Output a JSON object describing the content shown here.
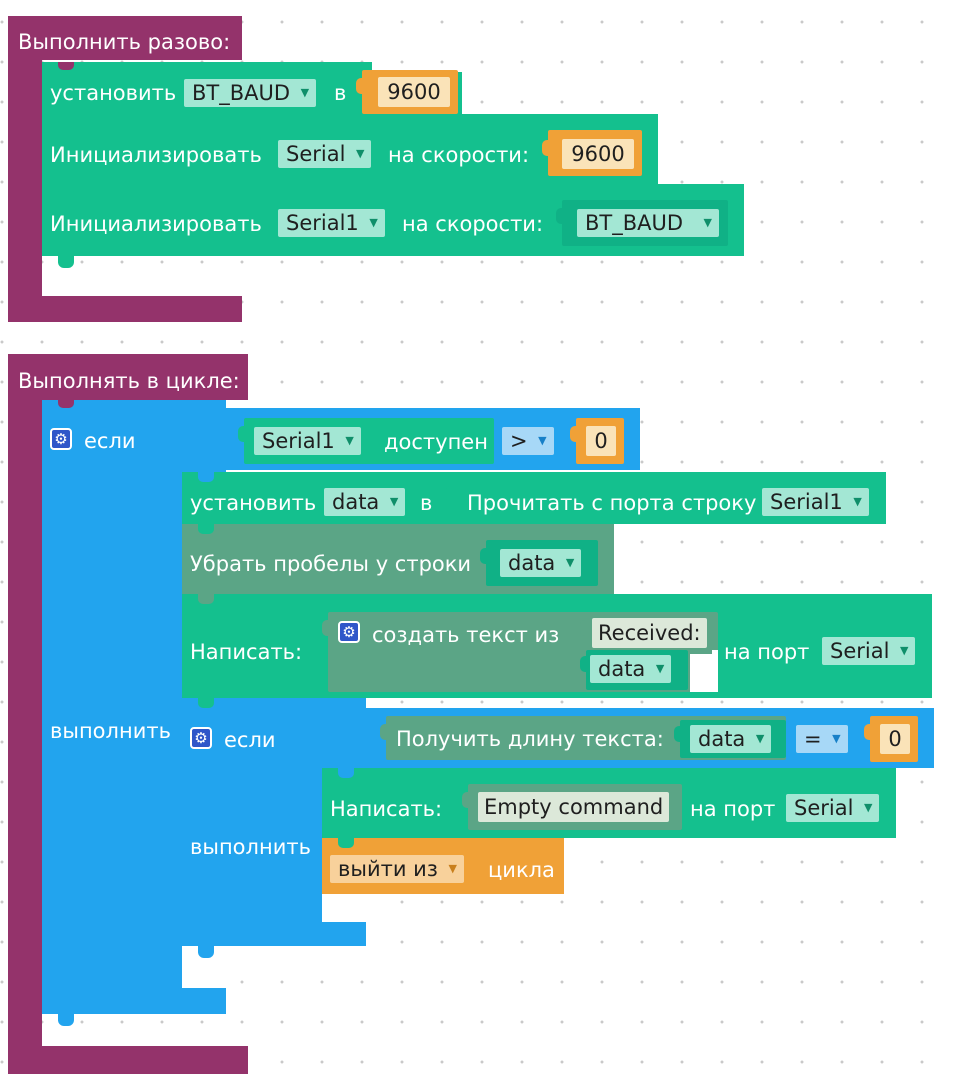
{
  "setup": {
    "hat_label": "Выполнить разово:",
    "set_label": "установить",
    "set_var": "BT_BAUD",
    "set_to": "в",
    "set_value": "9600",
    "init1_label": "Инициализировать",
    "init1_port": "Serial",
    "init1_speed": "на скорости:",
    "init1_value": "9600",
    "init2_label": "Инициализировать",
    "init2_port": "Serial1",
    "init2_speed": "на скорости:",
    "init2_var": "BT_BAUD"
  },
  "loop": {
    "hat_label": "Выполнять в цикле:",
    "if_label": "если",
    "do_label": "выполнить",
    "avail_port": "Serial1",
    "avail_label": "доступен",
    "compare_op": ">",
    "compare_value": "0",
    "set_label": "установить",
    "set_var": "data",
    "set_to": "в",
    "read_label": "Прочитать с порта строку",
    "read_port": "Serial1",
    "trim_label": "Убрать пробелы у строки",
    "trim_var": "data",
    "print_label": "Написать:",
    "join_label": "создать текст из",
    "join_text": "Received:",
    "join_var": "data",
    "print_port_label": "на порт",
    "print_port": "Serial",
    "inner_if_label": "если",
    "inner_do_label": "выполнить",
    "len_label": "Получить длину текста:",
    "len_var": "data",
    "len_op": "=",
    "len_value": "0",
    "print2_label": "Написать:",
    "print2_text": "Empty command",
    "print2_port_label": "на порт",
    "print2_port": "Serial",
    "break_option": "выйти из",
    "break_label": "цикла"
  },
  "colors": {
    "hat": "#94336b",
    "statement": "#14c08e",
    "logic": "#22a4ee",
    "text": "#5ba586",
    "loop": "#f0a137",
    "number": "#fae3b8"
  },
  "icons": [
    "gear-icon",
    "dropdown-arrow-icon"
  ]
}
